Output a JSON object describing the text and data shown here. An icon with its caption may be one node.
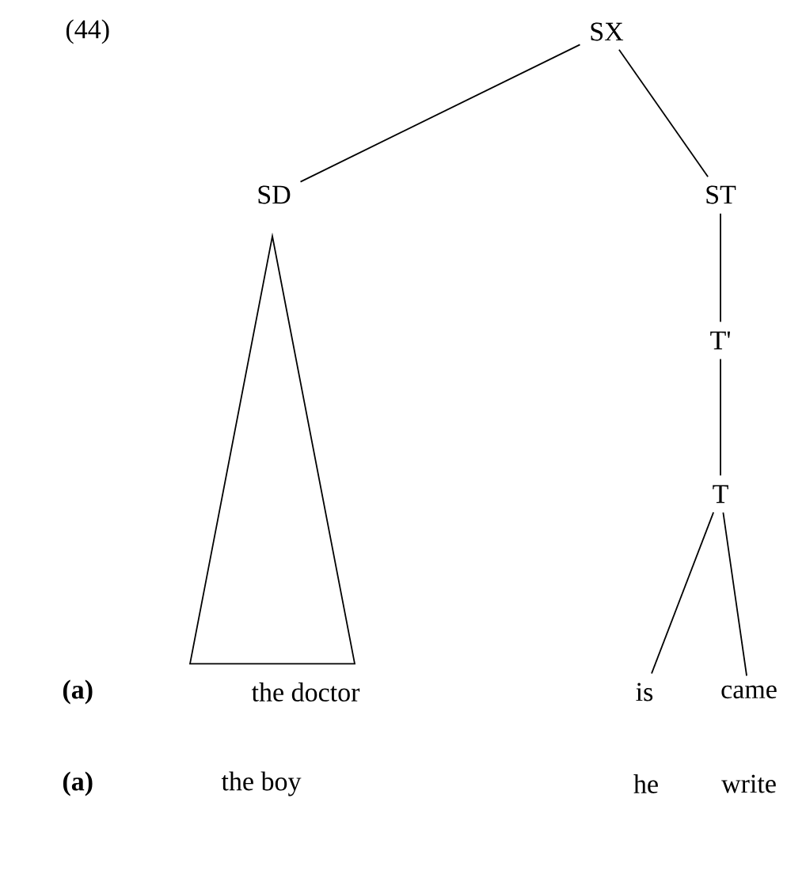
{
  "diagram": {
    "nodes": [
      {
        "text": [
          "SX"
        ]
      },
      {
        "text": [
          "SD"
        ]
      },
      {
        "text": [],
        "shape": "triangle"
      },
      {
        "text": [
          "ST"
        ]
      },
      {
        "text": [
          "T'"
        ]
      },
      {
        "text": [
          "T"
        ]
      },
      {
        "text": [
          "is"
        ]
      },
      {
        "text": [
          "came"
        ]
      }
    ],
    "edges": [
      {
        "from": 0,
        "to": 1,
        "arrow": "none"
      },
      {
        "from": 0,
        "to": 3,
        "arrow": "none"
      },
      {
        "from": 3,
        "to": 4,
        "arrow": "none"
      },
      {
        "from": 4,
        "to": 5,
        "arrow": "none"
      },
      {
        "from": 5,
        "to": 6,
        "arrow": "none"
      },
      {
        "from": 5,
        "to": 7,
        "arrow": "none"
      }
    ],
    "labels": [
      "(44)",
      "(a)",
      "the doctor",
      "(a)",
      "the boy",
      "he",
      "write"
    ]
  }
}
